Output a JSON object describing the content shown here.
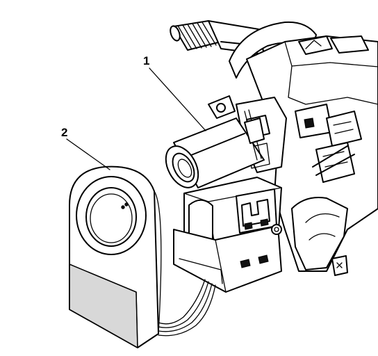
{
  "callouts": [
    {
      "id": 1,
      "label": "1"
    },
    {
      "id": 2,
      "label": "2"
    }
  ],
  "colors": {
    "line": "#000000",
    "background": "#ffffff",
    "shade": "#d8d8d8"
  }
}
